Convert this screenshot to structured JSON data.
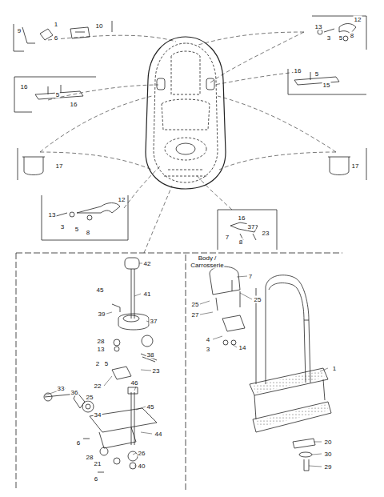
{
  "diagram": {
    "labels": [
      "9",
      "1",
      "6",
      "10",
      "12",
      "13",
      "3",
      "5",
      "8",
      "16",
      "5",
      "16",
      "16",
      "5",
      "15",
      "17",
      "17",
      "12",
      "13",
      "3",
      "5",
      "8",
      "16",
      "37",
      "23",
      "7",
      "8",
      "42",
      "45",
      "41",
      "39",
      "37",
      "28",
      "13",
      "38",
      "2",
      "5",
      "23",
      "22",
      "33",
      "46",
      "36",
      "25",
      "34",
      "45",
      "6",
      "44",
      "28",
      "21",
      "26",
      "6",
      "40",
      "Body /",
      "Carrosserie",
      "7",
      "25",
      "25",
      "27",
      "4",
      "3",
      "14",
      "1",
      "20",
      "30",
      "29"
    ]
  }
}
